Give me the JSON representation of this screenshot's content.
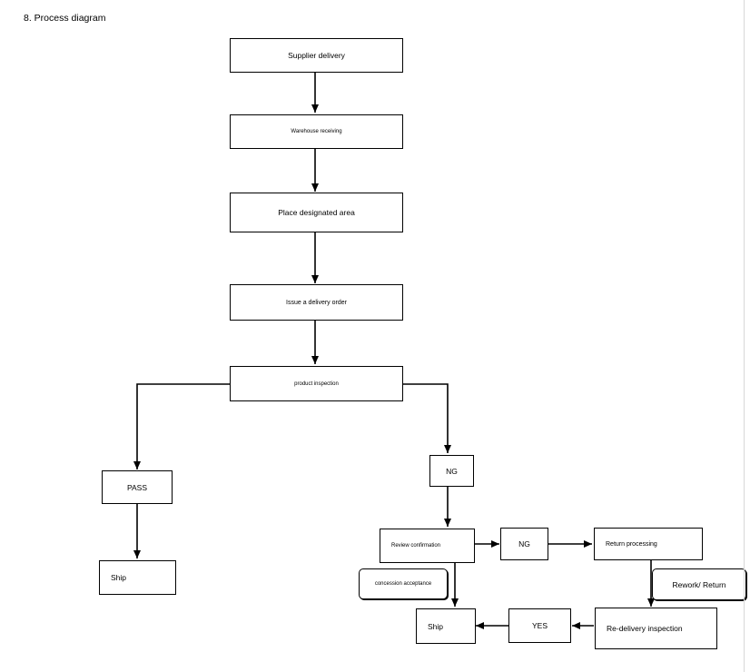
{
  "heading": "8. Process diagram",
  "nodes": {
    "supplier_delivery": "Supplier delivery",
    "warehouse_receiving": "Warehouse receiving",
    "place_designated_area": "Place designated area",
    "issue_delivery_order": "Issue a delivery order",
    "product_inspection": "product inspection",
    "pass": "PASS",
    "ship_left": "Ship",
    "ng_first": "NG",
    "review_confirmation": "Review confirmation",
    "ng_second": "NG",
    "return_processing": "Return processing",
    "concession_acceptance": "concession acceptance",
    "rework_return": "Rework/ Return",
    "ship_right": "Ship",
    "yes": "YES",
    "redelivery_inspection": "Re-delivery inspection"
  }
}
